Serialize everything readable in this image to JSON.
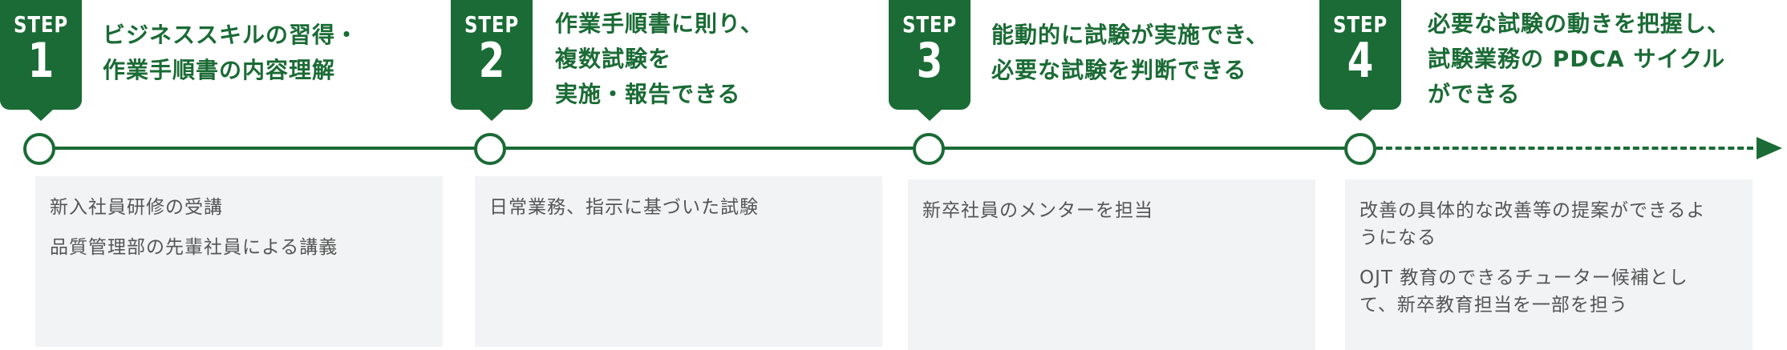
{
  "steps": [
    {
      "word": "STEP",
      "number": "1",
      "title": "ビジネススキルの習得・\n作業手順書の内容理解",
      "items": [
        "新入社員研修の受講",
        "品質管理部の先輩社員による講義"
      ]
    },
    {
      "word": "STEP",
      "number": "2",
      "title": "作業手順書に則り、\n複数試験を\n実施・報告できる",
      "items": [
        "日常業務、指示に基づいた試験"
      ]
    },
    {
      "word": "STEP",
      "number": "3",
      "title": "能動的に試験が実施でき、\n必要な試験を判断できる",
      "items": [
        "新卒社員のメンターを担当"
      ]
    },
    {
      "word": "STEP",
      "number": "4",
      "title": "必要な試験の動きを把握し、\n試験業務の PDCA サイクル\nができる",
      "items": [
        "改善の具体的な改善等の提案ができるようになる",
        "OJT 教育のできるチューター候補として、新卒教育担当を一部を担う"
      ]
    }
  ],
  "colors": {
    "accent": "#1a6b35",
    "box_background": "#f2f3f4",
    "body_text": "#555555"
  }
}
